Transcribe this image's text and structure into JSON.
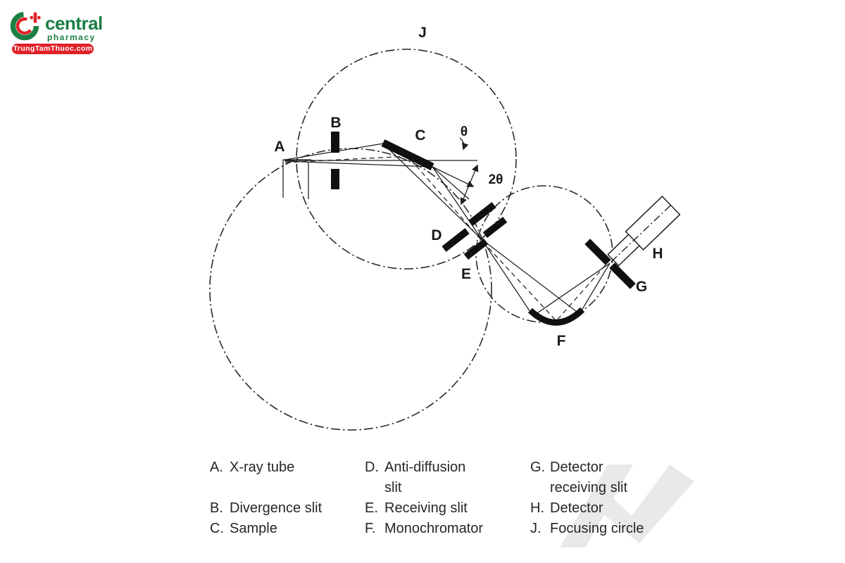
{
  "logo": {
    "brand": "central",
    "sub": "pharmacy",
    "badge": "TrungTamThuoc.com",
    "green": "#1b7f44",
    "red": "#e02128"
  },
  "diagram": {
    "type": "xrd-diffractometer-schematic",
    "ink_color": "#1f1f1f",
    "watermark_color": "#e9e9e9",
    "labels": {
      "A": "A",
      "B": "B",
      "C": "C",
      "D": "D",
      "E": "E",
      "F": "F",
      "G": "G",
      "H": "H",
      "J": "J",
      "theta": "θ",
      "two_theta": "2θ"
    }
  },
  "legend": {
    "columns": [
      {
        "items": [
          {
            "letter": "A.",
            "label": "X-ray tube"
          },
          {
            "letter": "B.",
            "label": "Divergence slit"
          },
          {
            "letter": "C.",
            "label": "Sample"
          }
        ]
      },
      {
        "items": [
          {
            "letter": "D.",
            "label": "Anti-diffusion slit"
          },
          {
            "letter": "E.",
            "label": "Receiving slit"
          },
          {
            "letter": "F.",
            "label": "Monochromator"
          }
        ]
      },
      {
        "items": [
          {
            "letter": "G.",
            "label": "Detector receiving slit"
          },
          {
            "letter": "H.",
            "label": "Detector"
          },
          {
            "letter": "J.",
            "label": "Focusing circle"
          }
        ]
      }
    ]
  }
}
